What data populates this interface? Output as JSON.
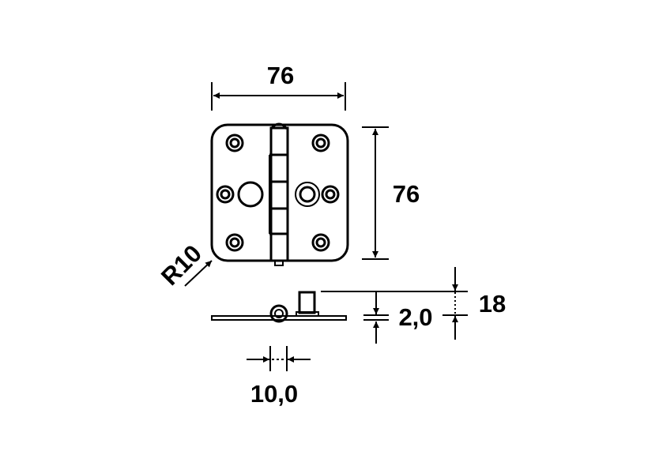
{
  "drawing": {
    "width_label": "76",
    "height_label": "76",
    "radius_label": "R10",
    "thickness_label": "2,0",
    "total_height_label": "18",
    "knuckle_label": "10,0"
  },
  "colors": {
    "line": "#000000",
    "background": "#ffffff"
  }
}
